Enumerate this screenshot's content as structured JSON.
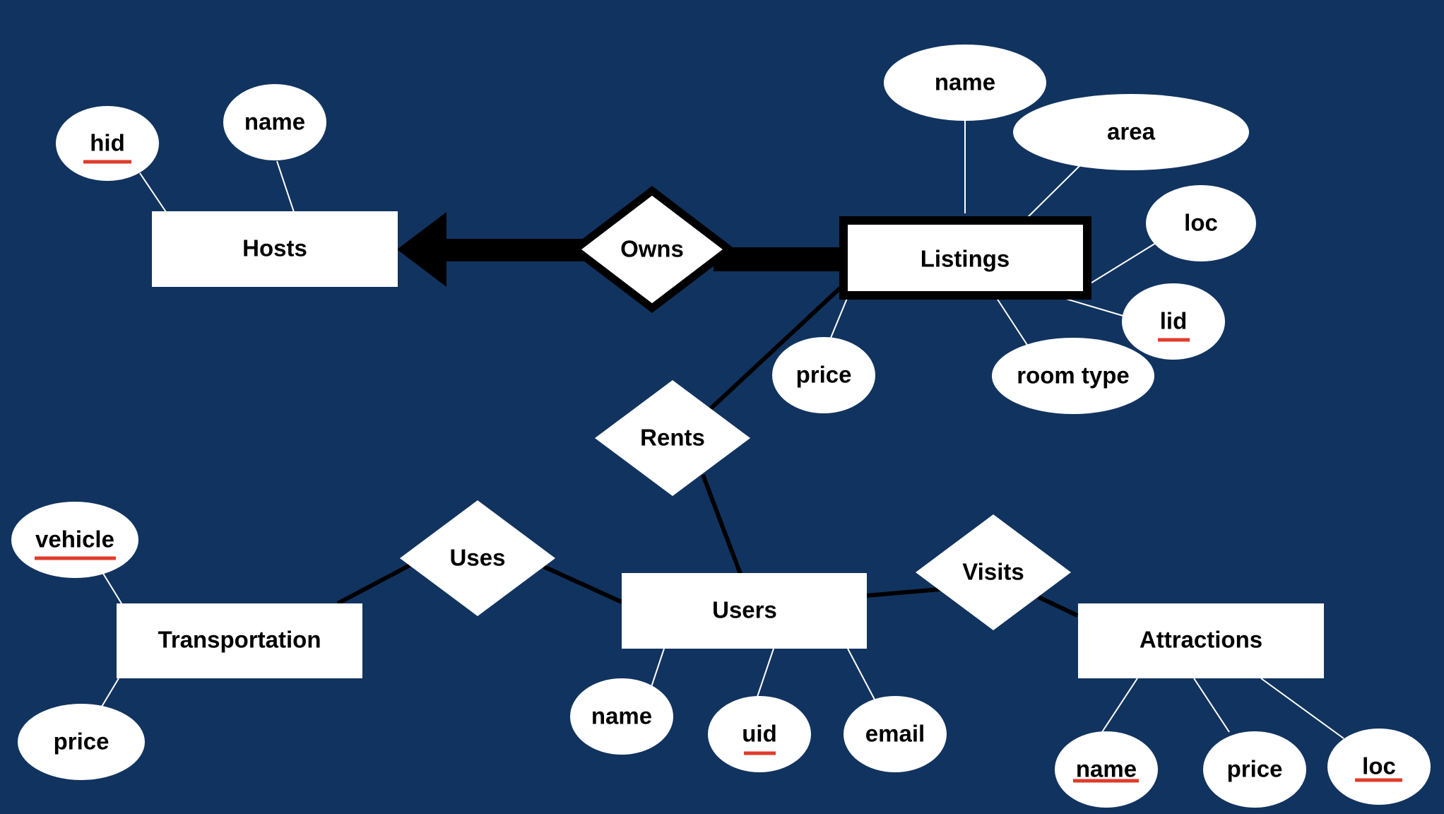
{
  "diagram": {
    "background": "#11335f",
    "shape_fill": "#ffffff",
    "line_color": "#000000",
    "key_underline": "#e23a2a",
    "entities": {
      "hosts": "Hosts",
      "listings": "Listings",
      "users": "Users",
      "transportation": "Transportation",
      "attractions": "Attractions"
    },
    "relationships": {
      "owns": "Owns",
      "rents": "Rents",
      "uses": "Uses",
      "visits": "Visits"
    },
    "attributes": {
      "hosts_hid": "hid",
      "hosts_name": "name",
      "listings_name": "name",
      "listings_area": "area",
      "listings_loc": "loc",
      "listings_lid": "lid",
      "listings_price": "price",
      "listings_room_type": "room type",
      "trans_vehicle": "vehicle",
      "trans_price": "price",
      "users_name": "name",
      "users_uid": "uid",
      "users_email": "email",
      "attr_name": "name",
      "attr_price": "price",
      "attr_loc": "loc"
    }
  }
}
